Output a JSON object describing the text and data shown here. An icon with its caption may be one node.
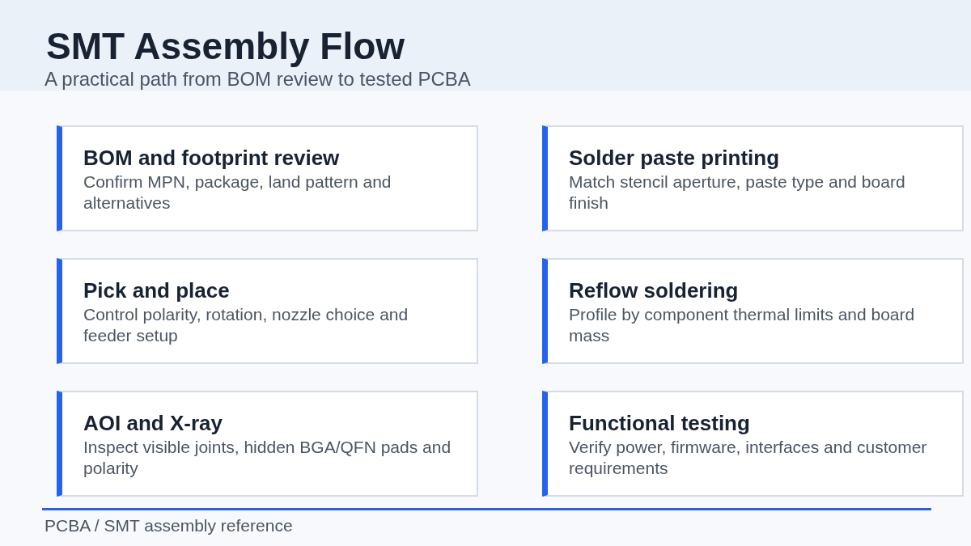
{
  "diagram": {
    "title": "SMT Assembly Flow",
    "nodes": [
      {
        "text": [
          "BOM and footprint review",
          "Confirm MPN, package, land pattern and alternatives"
        ]
      },
      {
        "text": [
          "Solder paste printing",
          "Match stencil aperture, paste type and board finish"
        ]
      },
      {
        "text": [
          "Pick and place",
          "Control polarity, rotation, nozzle choice and feeder setup"
        ]
      },
      {
        "text": [
          "Reflow soldering",
          "Profile by component thermal limits and board mass"
        ]
      },
      {
        "text": [
          "AOI and X-ray",
          "Inspect visible joints, hidden BGA/QFN pads and polarity"
        ]
      },
      {
        "text": [
          "Functional testing",
          "Verify power, firmware, interfaces and customer requirements"
        ]
      }
    ],
    "labels": [
      "A practical path from BOM review to tested PCBA"
    ],
    "caption": "PCBA / SMT assembly reference"
  }
}
